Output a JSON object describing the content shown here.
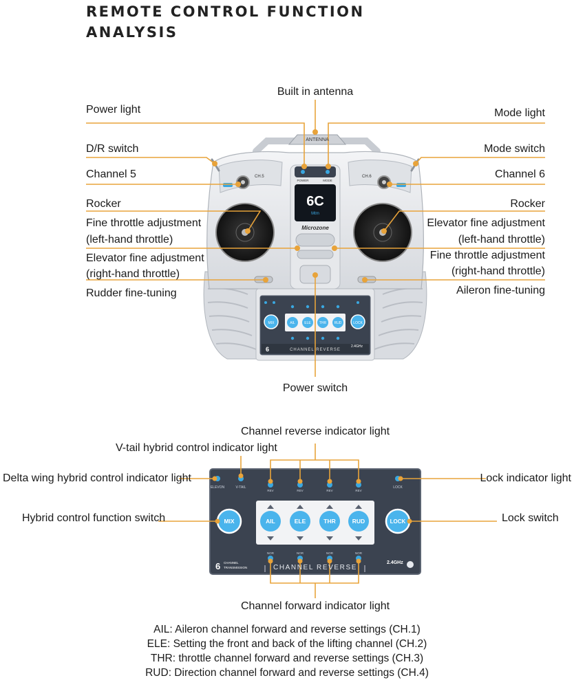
{
  "title": {
    "line1": "REMOTE CONTROL FUNCTION",
    "line2": "ANALYSIS"
  },
  "controller": {
    "antenna_label": "ANTENNA",
    "screen_text": "6C",
    "screen_sub": "Mtm",
    "brand": "Microzone",
    "left_small_label": "CH.5",
    "right_small_label": "CH.6",
    "top_left_btn": "POWER",
    "top_right_btn": "MODE",
    "panel_buttons": [
      "MIX",
      "AIL",
      "ELE",
      "THR",
      "RUD",
      "LOCK"
    ],
    "panel_footer": "CHANNEL REVERSE",
    "panel_channel_num": "6",
    "panel_band": "2.4GHz"
  },
  "callouts": {
    "built_in_antenna": "Built in antenna",
    "power_light": "Power light",
    "mode_light": "Mode light",
    "dr_switch": "D/R switch",
    "mode_switch": "Mode switch",
    "channel5": "Channel 5",
    "channel6": "Channel 6",
    "rocker_left": "Rocker",
    "rocker_right": "Rocker",
    "fine_throttle_left_1": "Fine throttle adjustment",
    "fine_throttle_left_2": "(left-hand throttle)",
    "elevator_fine_right_1": "Elevator fine adjustment",
    "elevator_fine_right_2": "(left-hand throttle)",
    "elevator_fine_left_1": "Elevator fine adjustment",
    "elevator_fine_left_2": "(right-hand throttle)",
    "fine_throttle_right_1": "Fine throttle adjustment",
    "fine_throttle_right_2": "(right-hand throttle)",
    "rudder_fine": "Rudder fine-tuning",
    "aileron_fine": "Aileron fine-tuning",
    "power_switch": "Power switch"
  },
  "panel_detail": {
    "channel_reverse_light": "Channel reverse indicator light",
    "vtail_light": "V-tail hybrid control indicator light",
    "delta_light": "Delta wing hybrid control indicator light",
    "lock_light": "Lock indicator light",
    "hybrid_switch": "Hybrid control function switch",
    "lock_switch": "Lock switch",
    "forward_light": "Channel forward indicator light",
    "led_labels": {
      "elevon": "ELEVON",
      "vtail": "V-TAIL",
      "lock": "LOCK",
      "rev": "REV",
      "nor": "NOR"
    },
    "buttons": [
      "MIX",
      "AIL",
      "ELE",
      "THR",
      "RUD",
      "LOCK"
    ],
    "footer_channel_num": "6",
    "footer_channel_text1": "CHANNEL",
    "footer_channel_text2": "TRANSMISSION",
    "footer_title": "CHANNEL REVERSE",
    "footer_band": "2.4GHz"
  },
  "footnotes": [
    "AIL: Aileron channel forward and reverse settings (CH.1)",
    "ELE: Setting the front and back of the lifting channel (CH.2)",
    "THR: throttle channel forward and reverse settings (CH.3)",
    "RUD: Direction channel forward and reverse settings (CH.4)"
  ],
  "colors": {
    "leader": "#e8a33a",
    "panel": "#3b4350",
    "panel_border": "#5a6270",
    "led": "#3aa7e0",
    "button_fill": "#4ab4ec",
    "button_ring": "#ffffff",
    "body": "#e8eaed",
    "body_shade": "#c9ccd1"
  }
}
